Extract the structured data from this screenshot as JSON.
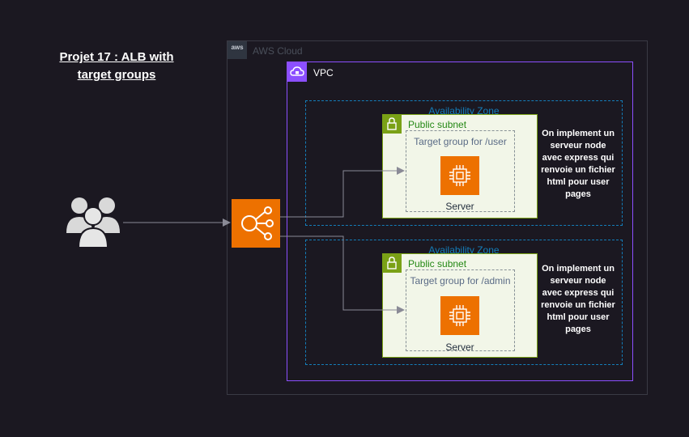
{
  "title": "Projet 17 : ALB with\ntarget groups ",
  "aws_cloud": {
    "label": "AWS Cloud",
    "logo_text": "aws"
  },
  "vpc": {
    "label": "VPC"
  },
  "zones": [
    {
      "az_label": "Availability Zone",
      "subnet_label": "Public subnet",
      "target_group_label": "Target group for /user",
      "server_label": "Server",
      "note": "On implement un\nserveur node\navec express qui\nrenvoie un fichier\nhtml pour user\npages"
    },
    {
      "az_label": "Availability Zone",
      "subnet_label": "Public subnet",
      "target_group_label": "Target group for /admin",
      "server_label": "Server",
      "note": "On implement un\nserveur node\navec express qui\nrenvoie un fichier\nhtml pour user\npages"
    }
  ],
  "colors": {
    "background": "#1b1821",
    "vpc_border": "#8c4fff",
    "az_border": "#147eba",
    "subnet_green": "#7aa116",
    "aws_orange": "#ed7100"
  },
  "icons": [
    "users-icon",
    "load-balancer-icon",
    "ec2-instance-icon",
    "padlock-icon",
    "cloud-icon"
  ]
}
